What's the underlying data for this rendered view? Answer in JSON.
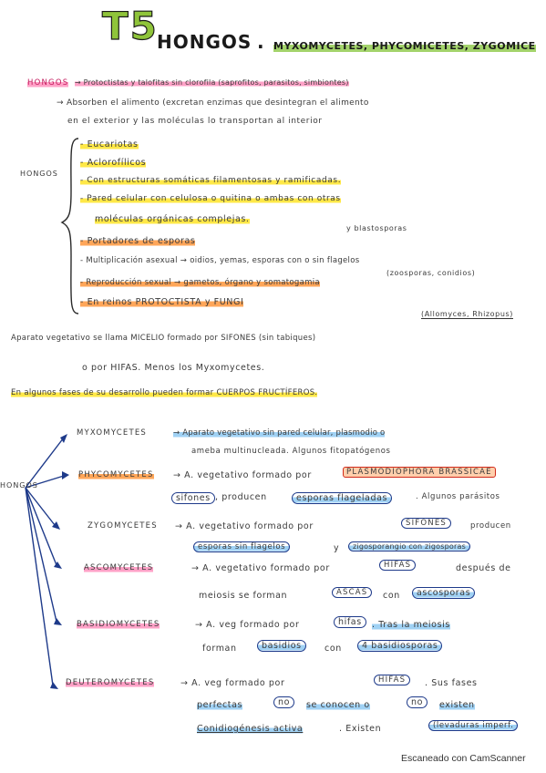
{
  "title": {
    "number": "T5",
    "main": "HONGOS",
    "sep": ".",
    "sub": "MYXOMYCETES, PHYCOMICETES, ZYGOMICE"
  },
  "intro": {
    "label": "HONGOS",
    "line1": "→ Protoctistas y talofitas sin clorofila (saprofitos, parasitos, simbiontes)",
    "line2": "→ Absorben el alimento (excretan enzimas que desintegran el alimento",
    "line3": "en el exterior y las moléculas lo transportan al interior"
  },
  "bracket": {
    "label": "HONGOS",
    "items": [
      "- Eucariotas",
      "- Aclorofílicos",
      "- Con estructuras somáticas filamentosas y ramificadas.",
      "- Pared celular con celulosa o quitina o ambas con otras",
      "moléculas orgánicas complejas.",
      "- Portadores de esporas",
      "- Multiplicación asexual → oidios, yemas, esporas con o sin flagelos",
      "(zoosporas, conidios)",
      "- Reproducción sexual → gametos, órgano y somatogamia",
      "- En reinos PROTOCTISTA y FUNGI"
    ],
    "note_blasto": "y blastosporas",
    "note_ex": "(Allomyces, Rhizopus)"
  },
  "aparato": {
    "line1": "Aparato vegetativo se llama MICELIO formado por SIFONES (sin tabiques)",
    "line2": "o por HIFAS. Menos los Myxomycetes.",
    "line3": "En algunos fases de su desarrollo pueden formar CUERPOS FRUCTÍFEROS."
  },
  "groups": {
    "root_label": "HONGOS",
    "myxo": {
      "name": "MYXOMYCETES",
      "l1": "→ Aparato vegetativo sin pared celular, plasmodio o",
      "l2": "ameba multinucleada. Algunos fitopatógenos"
    },
    "phyco": {
      "name": "PHYCOMYCETES",
      "l1": "→ A. vegetativo formado por",
      "boxed": "PLASMODIOPHORA BRASSICAE",
      "l2a": "sifones",
      "l2b": ", producen",
      "l2c": "esporas flageladas",
      "l2d": ". Algunos parásitos"
    },
    "zygo": {
      "name": "ZYGOMYCETES",
      "l1": "→ A. vegetativo formado por",
      "l1b": "SIFONES",
      "l1c": "producen",
      "l2a": "esporas sin flagelos",
      "l2b": "y",
      "l2c": "zigosporangio con zigosporas"
    },
    "asco": {
      "name": "ASCOMYCETES",
      "l1": "→ A. vegetativo formado por",
      "l1b": "HIFAS",
      "l1c": "después de",
      "l2a": "meiosis se forman",
      "l2b": "ASCAS",
      "l2c": "con",
      "l2d": "ascosporas"
    },
    "basidio": {
      "name": "BASIDIOMYCETES",
      "l1": "→ A. veg formado por",
      "l1b": "hifas",
      "l1c": ". Tras la meiosis",
      "l2a": "forman",
      "l2b": "basidios",
      "l2c": "con",
      "l2d": "4 basidiosporas"
    },
    "deutero": {
      "name": "DEUTEROMYCETES",
      "l1": "→ A. veg formado por",
      "l1b": "HIFAS",
      "l1c": ". Sus fases",
      "l2a": "perfectas",
      "l2b": "no",
      "l2c": "se conocen o",
      "l2d": "no",
      "l2e": "existen",
      "l3a": "Conidiogénesis activa",
      "l3b": ". Existen",
      "l3c": "(levaduras imperf."
    }
  },
  "footer": "Escaneado con CamScanner",
  "colors": {
    "title_green": "#8fc43a",
    "highlight_yellow": "#ffe428",
    "highlight_orange": "#ff963c",
    "highlight_pink": "#ff82b4",
    "highlight_blue": "#78bef0",
    "arrow_navy": "#1e3a8a",
    "arrow_red": "#c0392b"
  }
}
